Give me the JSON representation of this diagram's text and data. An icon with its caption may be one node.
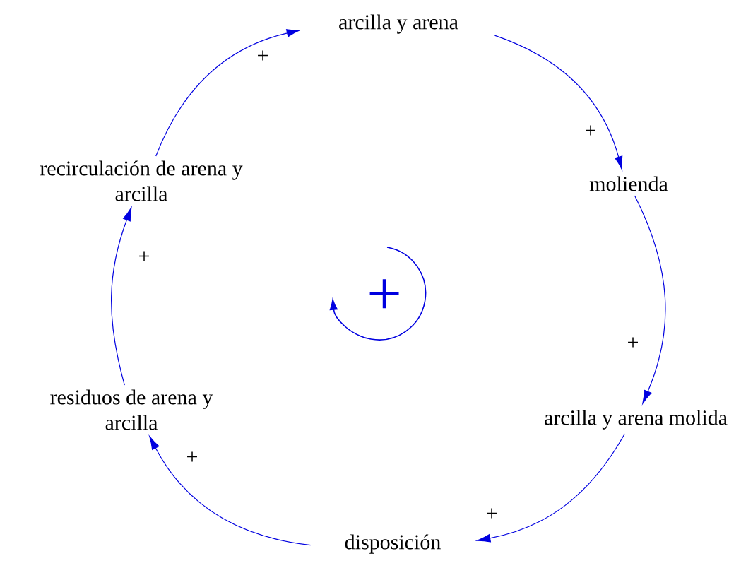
{
  "diagram": {
    "nodes": [
      {
        "text": [
          "arcilla y arena"
        ]
      },
      {
        "text": [
          "molienda"
        ]
      },
      {
        "text": [
          "arcilla y arena molida"
        ]
      },
      {
        "text": [
          "disposición"
        ]
      },
      {
        "text": [
          "residuos de arena y arcilla"
        ]
      },
      {
        "text": [
          "recirculación de arena y arcilla"
        ]
      }
    ],
    "edges": [
      {
        "from": 0,
        "to": 1,
        "arrow": "to",
        "label": "+"
      },
      {
        "from": 1,
        "to": 2,
        "arrow": "to",
        "label": "+"
      },
      {
        "from": 2,
        "to": 3,
        "arrow": "to",
        "label": "+"
      },
      {
        "from": 3,
        "to": 4,
        "arrow": "to",
        "label": "+"
      },
      {
        "from": 4,
        "to": 5,
        "arrow": "to",
        "label": "+"
      },
      {
        "from": 5,
        "to": 0,
        "arrow": "to",
        "label": "+"
      }
    ],
    "labels": [
      "+"
    ]
  }
}
